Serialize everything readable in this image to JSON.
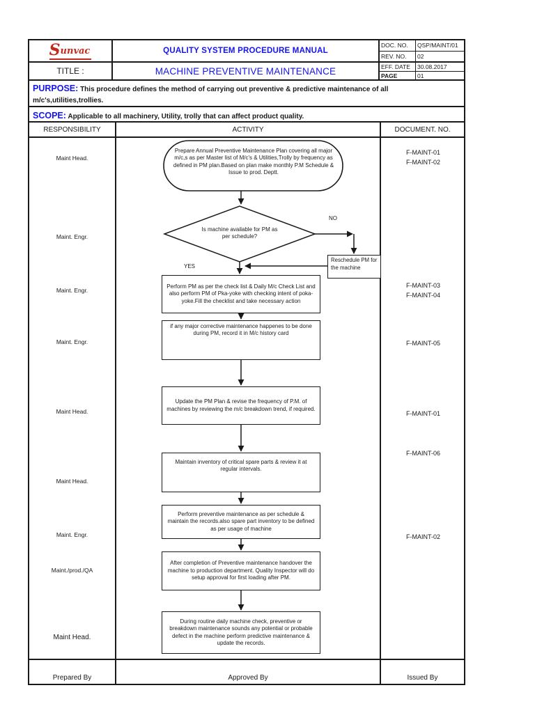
{
  "header": {
    "logo_text": "unvac",
    "logo_initial": "S",
    "manual_title": "QUALITY SYSTEM PROCEDURE MANUAL",
    "title_label": "TITLE :",
    "title_value": "MACHINE PREVENTIVE MAINTENANCE",
    "doc_no_label": "DOC. NO.",
    "doc_no_value": "QSP/MAINT/01",
    "rev_no_label": "REV. NO.",
    "rev_no_value": "02",
    "eff_date_label": "EFF. DATE",
    "eff_date_value": "30.08.2017",
    "page_label": "PAGE",
    "page_value": "01"
  },
  "purpose": {
    "label": "PURPOSE:",
    "text": " This procedure defines the method of carrying out preventive & predictive maintenance of all m/c's,utilities,trollies."
  },
  "scope": {
    "label": "SCOPE:",
    "text": " Applicable to all machinery, Utility, trolly that can affect product quality."
  },
  "columns": {
    "responsibility": "RESPONSIBILITY",
    "activity": "ACTIVITY",
    "document_no": "DOCUMENT. NO."
  },
  "responsibilities": [
    {
      "label": "Maint Head."
    },
    {
      "label": "Maint. Engr."
    },
    {
      "label": "Maint. Engr."
    },
    {
      "label": "Maint. Engr."
    },
    {
      "label": "Maint Head."
    },
    {
      "label": "Maint Head."
    },
    {
      "label": "Maint. Engr."
    },
    {
      "label": "Maint./prod./QA"
    },
    {
      "label": "Maint Head."
    }
  ],
  "documents": [
    {
      "label": "F-MAINT-01"
    },
    {
      "label": "F-MAINT-02"
    },
    {
      "label": "F-MAINT-03"
    },
    {
      "label": "F-MAINT-04"
    },
    {
      "label": "F-MAINT-05"
    },
    {
      "label": "F-MAINT-01"
    },
    {
      "label": "F-MAINT-06"
    },
    {
      "label": "F-MAINT-02"
    }
  ],
  "flowchart": {
    "start": "Prepare Annual Preventive Maintenance Plan covering all major m/c,s as per Master list of M/c's & Utilities,Trolly by  frequency as defined in PM plan.Based on plan make monthly P.M Schedule & Issue to prod. Deptt.",
    "decision": "Is machine available for PM as per schedule?",
    "no_label": "NO",
    "yes_label": "YES",
    "reschedule": "Reschedule PM for the machine",
    "steps": [
      {
        "text": "Perform PM as per the check list & Daily M/c Check List and also perform PM of Pka-yoke with checking intent of poka-yoke.Fill the checklist and take necessary action"
      },
      {
        "text": "if any major corrective maintenance happenes to be done during PM, record it in M/c history card"
      },
      {
        "text": "Update the PM Plan & revise the frequency of P.M. of machines by reviewing the m/c breakdown trend, if required."
      },
      {
        "text": "Maintain inventory of critical spare parts & review it at regular intervals."
      },
      {
        "text": "Perform preventive maintenance as per schedule & maintain the records.also spare part inventory to be defined as per usage of machine"
      },
      {
        "text": "After completion of Preventive maintenance handover the machine to production department. Quality Inspector will do setup approval for first loading after PM."
      },
      {
        "text": "During routine daily machine check, preventive or breakdown maintenance sounds any potential or probable defect in the machine perform predictive maintenance & update the records."
      }
    ]
  },
  "footer": {
    "prepared_by": "Prepared By",
    "approved_by": "Approved By",
    "issued_by": "Issued By"
  },
  "colors": {
    "accent_blue": "#1414f0",
    "logo_red": "#c5291d",
    "line_black": "#1a1a1a"
  }
}
